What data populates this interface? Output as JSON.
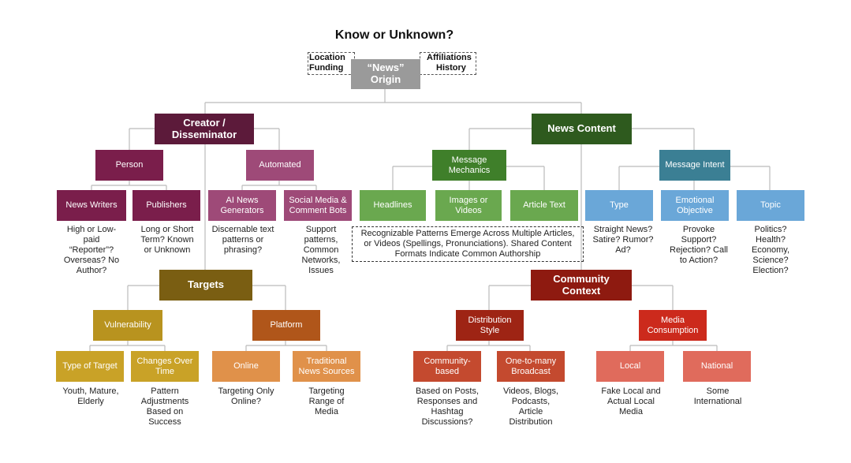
{
  "title": "Know or Unknown?",
  "origin_side": {
    "left_line1": "Location",
    "left_line2": "Funding",
    "right_line1": "Affiliations",
    "right_line2": "History"
  },
  "colors": {
    "origin": "#9a9a9a",
    "creator": "#5c1a3a",
    "person": "#7a1e4b",
    "automated": "#9e4a78",
    "content": "#2e5a1e",
    "mechanics": "#3f7f2a",
    "mechanics_leaf": "#6aa84f",
    "intent": "#3b7f94",
    "intent_leaf": "#6aa7d8",
    "targets": "#7a5e12",
    "vulnerability": "#b8931f",
    "vulnerability_leaf": "#c9a227",
    "platform": "#b0561a",
    "platform_leaf": "#e0914a",
    "community": "#8e1a10",
    "distribution": "#9e2414",
    "distribution_leaf": "#c44a2f",
    "media": "#cc2a1c",
    "media_leaf": "#e06b5c"
  },
  "nodes": {
    "origin": "“News” Origin",
    "creator": "Creator / Disseminator",
    "person": "Person",
    "automated": "Automated",
    "news_writers": "News Writers",
    "publishers": "Publishers",
    "ai_news": "AI News Generators",
    "social_bots": "Social Media & Comment Bots",
    "content": "News Content",
    "mechanics": "Message Mechanics",
    "intent": "Message Intent",
    "headlines": "Headlines",
    "images": "Images or Videos",
    "article_text": "Article Text",
    "type": "Type",
    "emotional": "Emotional Objective",
    "topic": "Topic",
    "targets": "Targets",
    "vulnerability": "Vulnerability",
    "platform": "Platform",
    "type_of_target": "Type of Target",
    "changes": "Changes Over Time",
    "online": "Online",
    "traditional": "Traditional News Sources",
    "community": "Community Context",
    "distribution": "Distribution Style",
    "media_consumption": "Media Consumption",
    "community_based": "Community-based",
    "one_to_many": "One-to-many Broadcast",
    "local": "Local",
    "national": "National"
  },
  "descriptions": {
    "news_writers": "High or Low-paid “Reporter”? Overseas? No Author?",
    "publishers": "Long or Short Term? Known or Unknown",
    "ai_news": "Discernable text patterns or phrasing?",
    "social_bots": "Support patterns, Common Networks, Issues",
    "type": "Straight News? Satire? Rumor? Ad?",
    "emotional": "Provoke Support? Rejection? Call to Action?",
    "topic": "Politics? Health? Economy, Science? Election?",
    "type_of_target": "Youth, Mature, Elderly",
    "changes": "Pattern Adjustments Based on Success",
    "online": "Targeting Only Online?",
    "traditional": "Targeting Range of Media",
    "community_based": "Based on Posts, Responses and Hashtag Discussions?",
    "one_to_many": "Videos, Blogs, Podcasts, Article Distribution",
    "local": "Fake Local and Actual Local Media",
    "national": "Some International"
  },
  "mechanics_note": "Recognizable Patterns Emerge Across Multiple Articles, or Videos (Spellings, Pronunciations). Shared Content Formats Indicate Common Authorship"
}
